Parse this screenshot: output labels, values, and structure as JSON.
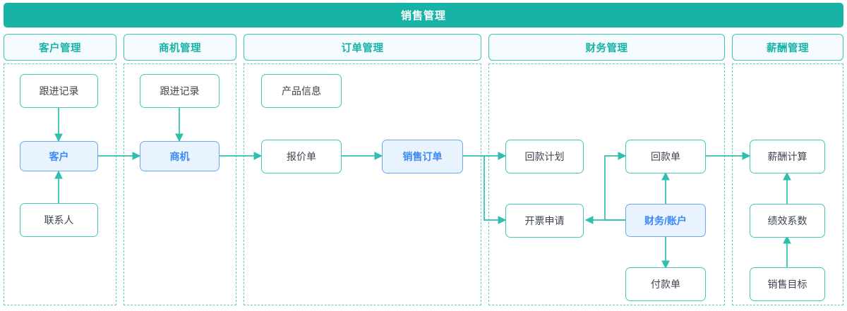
{
  "header": {
    "title": "销售管理"
  },
  "colors": {
    "teal": "#17b3a6",
    "teal_line": "#2fbfae",
    "teal_border": "#45c7b9",
    "dashed_border": "#5ccfc2",
    "highlight_fill": "#e9f3fe",
    "highlight_border": "#6aa8f5",
    "highlight_text": "#3b8af5",
    "header_fill": "#f4fafd",
    "node_text": "#3d4450"
  },
  "columns": [
    {
      "id": "customer",
      "label": "客户管理"
    },
    {
      "id": "opportunity",
      "label": "商机管理"
    },
    {
      "id": "order",
      "label": "订单管理"
    },
    {
      "id": "finance",
      "label": "财务管理"
    },
    {
      "id": "salary",
      "label": "薪酬管理"
    }
  ],
  "nodes": [
    {
      "id": "follow-up-customer",
      "label": "跟进记录",
      "column": "customer",
      "highlight": false
    },
    {
      "id": "customer",
      "label": "客户",
      "column": "customer",
      "highlight": true
    },
    {
      "id": "contact",
      "label": "联系人",
      "column": "customer",
      "highlight": false
    },
    {
      "id": "follow-up-opportunity",
      "label": "跟进记录",
      "column": "opportunity",
      "highlight": false
    },
    {
      "id": "opportunity",
      "label": "商机",
      "column": "opportunity",
      "highlight": true
    },
    {
      "id": "product-info",
      "label": "产品信息",
      "column": "order",
      "highlight": false
    },
    {
      "id": "quotation",
      "label": "报价单",
      "column": "order",
      "highlight": false
    },
    {
      "id": "sales-order",
      "label": "销售订单",
      "column": "order",
      "highlight": true
    },
    {
      "id": "payment-plan",
      "label": "回款计划",
      "column": "finance",
      "highlight": false
    },
    {
      "id": "invoice-request",
      "label": "开票申请",
      "column": "finance",
      "highlight": false
    },
    {
      "id": "receipt-note",
      "label": "回款单",
      "column": "finance",
      "highlight": false
    },
    {
      "id": "finance-account",
      "label": "财务/账户",
      "column": "finance",
      "highlight": true
    },
    {
      "id": "payment-note",
      "label": "付款单",
      "column": "finance",
      "highlight": false
    },
    {
      "id": "salary-calc",
      "label": "薪酬计算",
      "column": "salary",
      "highlight": false
    },
    {
      "id": "performance-factor",
      "label": "绩效系数",
      "column": "salary",
      "highlight": false
    },
    {
      "id": "sales-target",
      "label": "销售目标",
      "column": "salary",
      "highlight": false
    }
  ],
  "connections": [
    {
      "from": "follow-up-customer",
      "to": "customer"
    },
    {
      "from": "contact",
      "to": "customer"
    },
    {
      "from": "customer",
      "to": "opportunity"
    },
    {
      "from": "follow-up-opportunity",
      "to": "opportunity"
    },
    {
      "from": "opportunity",
      "to": "quotation"
    },
    {
      "from": "quotation",
      "to": "sales-order"
    },
    {
      "from": "sales-order",
      "to": "payment-plan"
    },
    {
      "from": "sales-order",
      "to": "invoice-request"
    },
    {
      "from": "finance-account",
      "to": "receipt-note"
    },
    {
      "from": "finance-account",
      "to": "invoice-request"
    },
    {
      "from": "finance-account",
      "to": "payment-note"
    },
    {
      "from": "receipt-note",
      "to": "salary-calc"
    },
    {
      "from": "sales-target",
      "to": "performance-factor"
    },
    {
      "from": "performance-factor",
      "to": "salary-calc"
    }
  ]
}
